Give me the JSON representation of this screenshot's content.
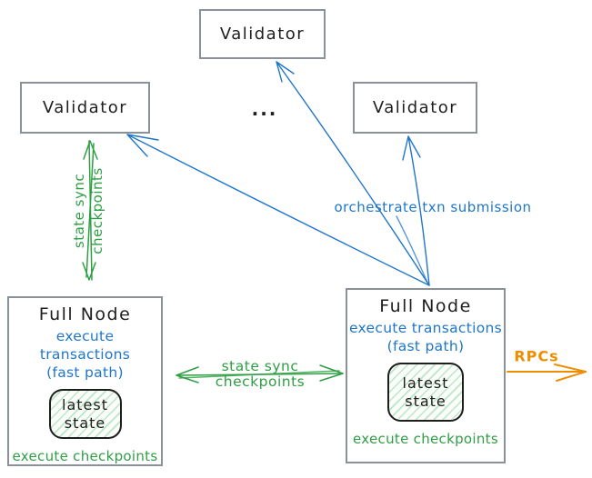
{
  "colors": {
    "blue": "#1f76c8",
    "green": "#2f9e44",
    "orange": "#f08c00",
    "border": "#8a9199",
    "ink": "#1e1e1e",
    "hatch": "#bce7c4"
  },
  "validators": {
    "top": "Validator",
    "left": "Validator",
    "right": "Validator"
  },
  "ellipsis": "...",
  "full_node_left": {
    "title": "Full Node",
    "exec_line1": "execute transactions",
    "exec_line2": "(fast path)",
    "state_line1": "latest",
    "state_line2": "state",
    "footer": "execute checkpoints"
  },
  "full_node_right": {
    "title": "Full Node",
    "exec_line1": "execute transactions",
    "exec_line2": "(fast path)",
    "state_line1": "latest",
    "state_line2": "state",
    "footer": "execute checkpoints"
  },
  "edge_labels": {
    "vertical_sync_line1": "state sync",
    "vertical_sync_line2": "checkpoints",
    "horizontal_sync_line1": "state sync",
    "horizontal_sync_line2": "checkpoints",
    "orchestrate": "orchestrate txn submission",
    "rpcs": "RPCs"
  }
}
